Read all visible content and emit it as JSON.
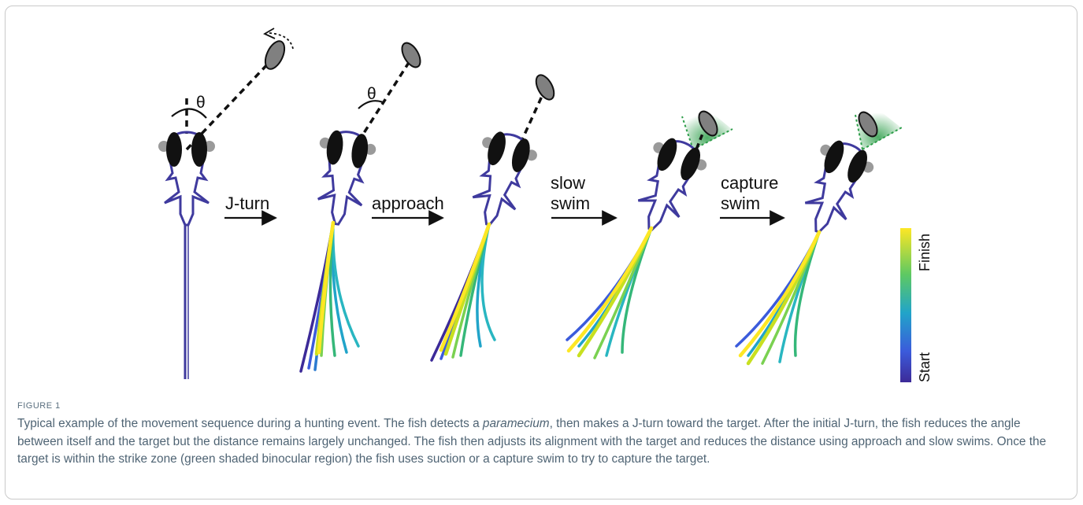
{
  "figure": {
    "label": "FIGURE 1",
    "caption": {
      "part1": "Typical example of the movement sequence during a hunting event. The fish detects a ",
      "italic": "paramecium",
      "part2": ", then makes a J-turn toward the target. After the initial J-turn, the fish reduces the angle between itself and the target but the distance remains largely unchanged. The fish then adjusts its alignment with the target and reduces the distance using approach and slow swims. Once the target is within the strike zone (green shaded binocular region) the fish uses suction or a capture swim to try to capture the target."
    }
  },
  "panels": {
    "angle_symbol": "θ",
    "transitions": [
      {
        "line1": "J-turn",
        "line2": ""
      },
      {
        "line1": "approach",
        "line2": ""
      },
      {
        "line1": "slow",
        "line2": "swim"
      },
      {
        "line1": "capture",
        "line2": "swim"
      }
    ]
  },
  "colorbar": {
    "top_label": "Finish",
    "bottom_label": "Start",
    "colors": [
      "#fde725",
      "#35b779",
      "#21a4c9",
      "#3b5bdb",
      "#3c2a98"
    ]
  },
  "colors": {
    "body_outline": "#3f3a9e",
    "eye": "#111111",
    "target": "#808080",
    "strike_zone": "#2e9e4a",
    "tail_start": "#3c2a98",
    "tail_finish": "#fde725"
  },
  "icons": {
    "target": "paramecium-icon",
    "arrow": "right-arrow-icon"
  }
}
